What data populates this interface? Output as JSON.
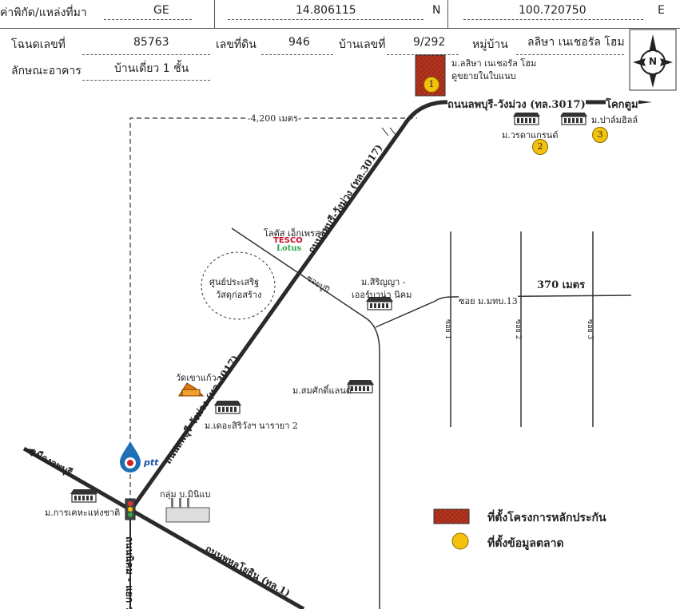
{
  "header": {
    "row1": {
      "coord_label": "ค่าพิกัด/แหล่งที่มา",
      "source": "GE",
      "lat": "14.806115",
      "lat_unit": "N",
      "lon": "100.720750",
      "lon_unit": "E"
    },
    "row2": {
      "deed_label": "โฉนดเลขที่",
      "deed_no": "85763",
      "parcel_label": "เลขที่ดิน",
      "parcel_no": "946",
      "house_label": "บ้านเลขที่",
      "house_no": "9/292",
      "village_label": "หมู่บ้าน",
      "village_name": "ลลิษา เนเชอรัล โฮม"
    },
    "row3": {
      "building_label": "ลักษณะอาคาร",
      "building_type": "บ้านเดี่ยว 1 ชั้น"
    }
  },
  "compass": {
    "letter": "N"
  },
  "map": {
    "distance_label": "-4,200 เมตร-",
    "distance_label_2": "370 เมตร",
    "road_top": "ถนนลพบุรี-วังม่วง (ทล.3017)",
    "road_top_end": "โคกตูม",
    "road_diag_upper": "ถนนลพบุรี-วังม่วง (ทล.3017)",
    "road_diag_lower": "ถนนลพบุรี-วังม่วง (ทล.3017)",
    "road_lopburi": "เมืองลพบุรี",
    "road_phahon": "ถนนพหลโยธิน (ทล.1)",
    "road_vertical": "ถนนนิคม - แยก ร.",
    "soi_main": "ซอย ม.มทบ.13",
    "soi_1": "ซอย 1",
    "soi_2": "ซอย 2",
    "soi_3": "ซอย 3",
    "soi_pin": "ซอยปูปี",
    "subject_label_1": "ม.ลลิษา เนเชอรัล โฮม",
    "subject_label_2": "ดูขยายในใบแนบ",
    "village_varada": "ม.วรดาแกรนด์",
    "village_palm": "ม.ปาล์มฮิลล์",
    "tesco_label": "โลตัส เอ็กเพรส",
    "tesco_brand_1": "TESCO",
    "tesco_brand_2": "Lotus",
    "circle_label_1": "ศูนย์ประเสริฐ",
    "circle_label_2": "วัสดุก่อสร้าง",
    "village_siriya_1": "ม.สิริญญา -",
    "village_siriya_2": "เออร์บาน่า นิคม",
    "village_somsak": "ม.สมศักดิ์แลนด์",
    "temple": "วัดเขาแก้ว",
    "village_dorisi": "ม.เดอะสิริวังฯ นารายา 2",
    "ptt": "ptt",
    "village_karkeha": "ม.การเคหะแห่งชาติ",
    "group_label": "กลุ่ม บ.มินิแบ",
    "markers": [
      "1",
      "2",
      "3"
    ]
  },
  "legend": {
    "project": "ที่ตั้งโครงการหลักประกัน",
    "market": "ที่ตั้งข้อมูลตลาด"
  },
  "colors": {
    "road": "#2a2a2a",
    "subject_fill": "#b5351e",
    "market_fill": "#f4c20d"
  }
}
